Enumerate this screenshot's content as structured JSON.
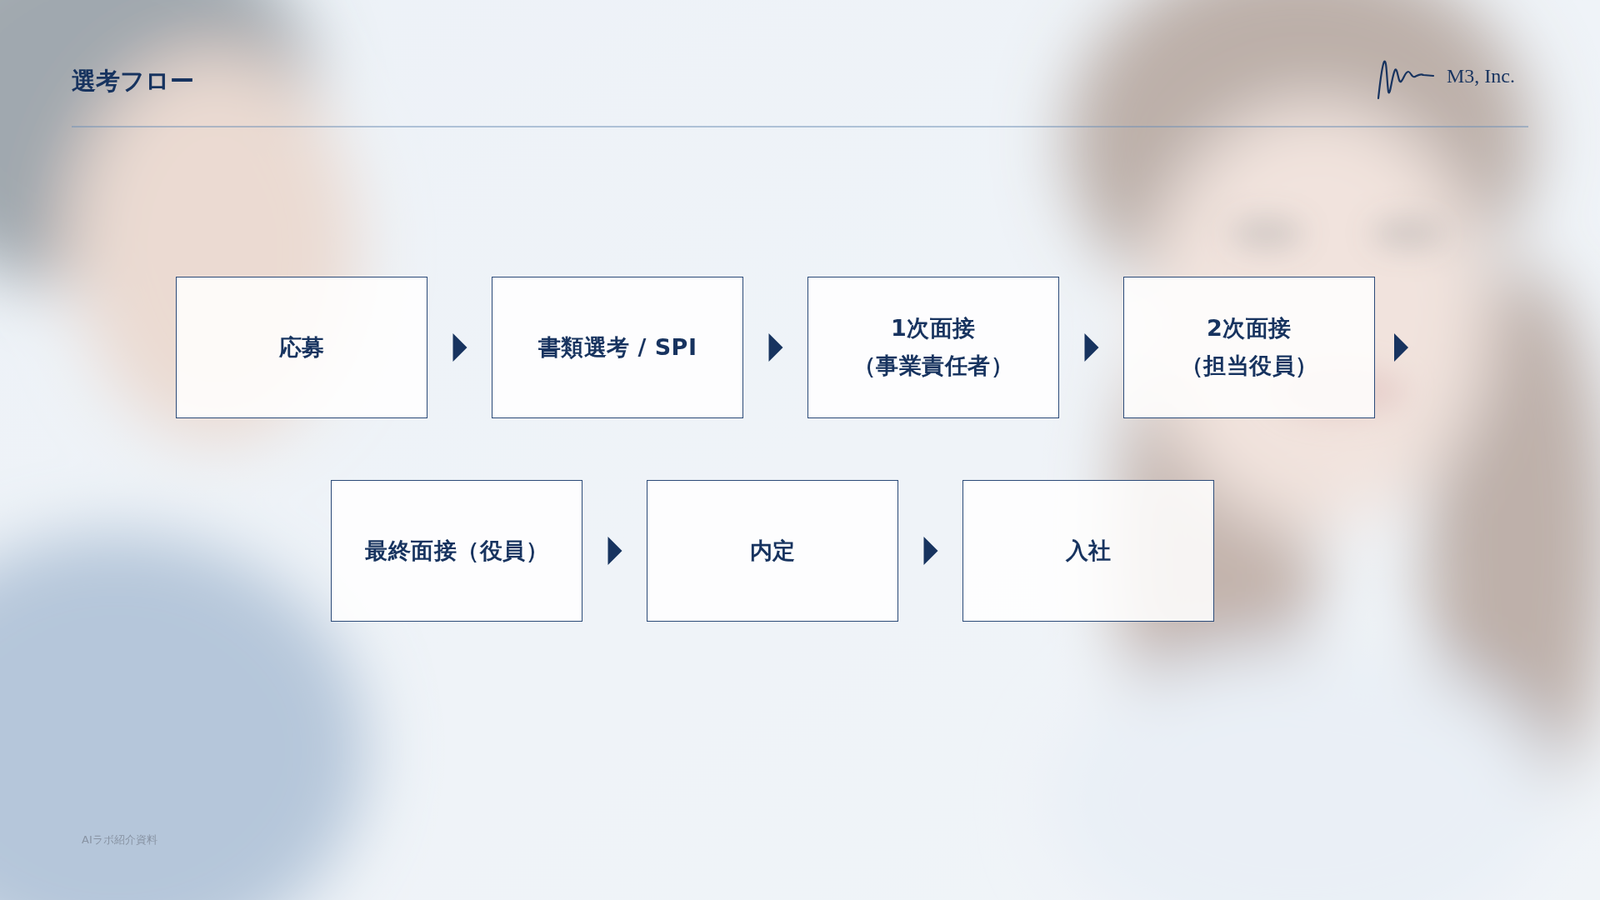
{
  "diagram": {
    "title": "選考フロー",
    "nodes": [
      {
        "text": [
          "応募"
        ]
      },
      {
        "text": [
          "書類選考 / SPI"
        ]
      },
      {
        "text": [
          "1次面接 （事業責任者）"
        ]
      },
      {
        "text": [
          "2次面接 （担当役員）"
        ]
      },
      {
        "text": [
          "最終面接（役員）"
        ]
      },
      {
        "text": [
          "内定"
        ]
      },
      {
        "text": [
          "入社"
        ]
      }
    ],
    "edges": [
      {
        "from": 0,
        "to": 1,
        "arrow": "to"
      },
      {
        "from": 1,
        "to": 2,
        "arrow": "to"
      },
      {
        "from": 2,
        "to": 3,
        "arrow": "to"
      },
      {
        "from": 3,
        "to": 4,
        "arrow": "to"
      },
      {
        "from": 4,
        "to": 5,
        "arrow": "to"
      },
      {
        "from": 5,
        "to": 6,
        "arrow": "to"
      }
    ],
    "labels": [
      "M3, Inc.",
      "AIラボ紹介資料"
    ]
  }
}
